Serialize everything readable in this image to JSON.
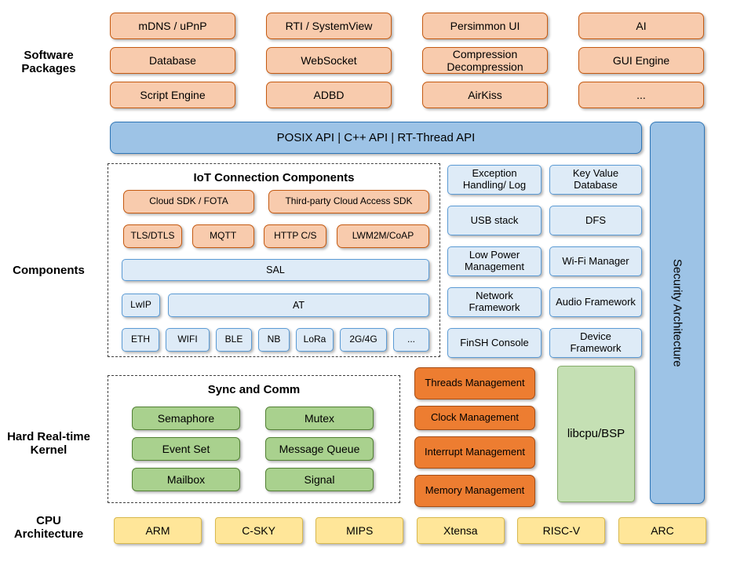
{
  "palette": {
    "package_fill": "#F8CBAD",
    "package_border": "#C55A11",
    "api_bar_fill": "#9DC3E6",
    "api_bar_border": "#2E75B6",
    "component_fill": "#DEEBF7",
    "component_border": "#5B9BD5",
    "kernel_mgmt_fill": "#ED7D31",
    "sync_fill": "#A9D18E",
    "libcpu_fill": "#C5E0B4",
    "cpu_fill": "#FFE699"
  },
  "row_labels": {
    "software": "Software Packages",
    "components": "Components",
    "kernel": "Hard Real-time Kernel",
    "cpu": "CPU Architecture"
  },
  "software_packages": [
    "mDNS / uPnP",
    "RTI / SystemView",
    "Persimmon UI",
    "AI",
    "Database",
    "WebSocket",
    "Compression Decompression",
    "GUI Engine",
    "Script Engine",
    "ADBD",
    "AirKiss",
    "..."
  ],
  "api_bar": "POSIX API  |  C++ API  |  RT-Thread API",
  "security_bar": "Security Architecture",
  "iot": {
    "title": "IoT Connection Components",
    "cloud_sdk": "Cloud SDK / FOTA",
    "third_party": "Third-party Cloud Access SDK",
    "protocols": [
      "TLS/DTLS",
      "MQTT",
      "HTTP C/S",
      "LWM2M/CoAP"
    ],
    "sal": "SAL",
    "lwip": "LwIP",
    "at": "AT",
    "links": [
      "ETH",
      "WIFI",
      "BLE",
      "NB",
      "LoRa",
      "2G/4G",
      "..."
    ]
  },
  "component_boxes": [
    "Exception Handling/ Log",
    "Key Value Database",
    "USB stack",
    "DFS",
    "Low Power Management",
    "Wi-Fi Manager",
    "Network Framework",
    "Audio Framework",
    "FinSH Console",
    "Device Framework"
  ],
  "kernel": {
    "sync_title": "Sync and Comm",
    "sync_items": [
      "Semaphore",
      "Mutex",
      "Event Set",
      "Message Queue",
      "Mailbox",
      "Signal"
    ],
    "management": [
      "Threads Management",
      "Clock Management",
      "Interrupt Management",
      "Memory Management"
    ],
    "libcpu": "libcpu/BSP"
  },
  "cpu_architectures": [
    "ARM",
    "C-SKY",
    "MIPS",
    "Xtensa",
    "RISC-V",
    "ARC"
  ]
}
